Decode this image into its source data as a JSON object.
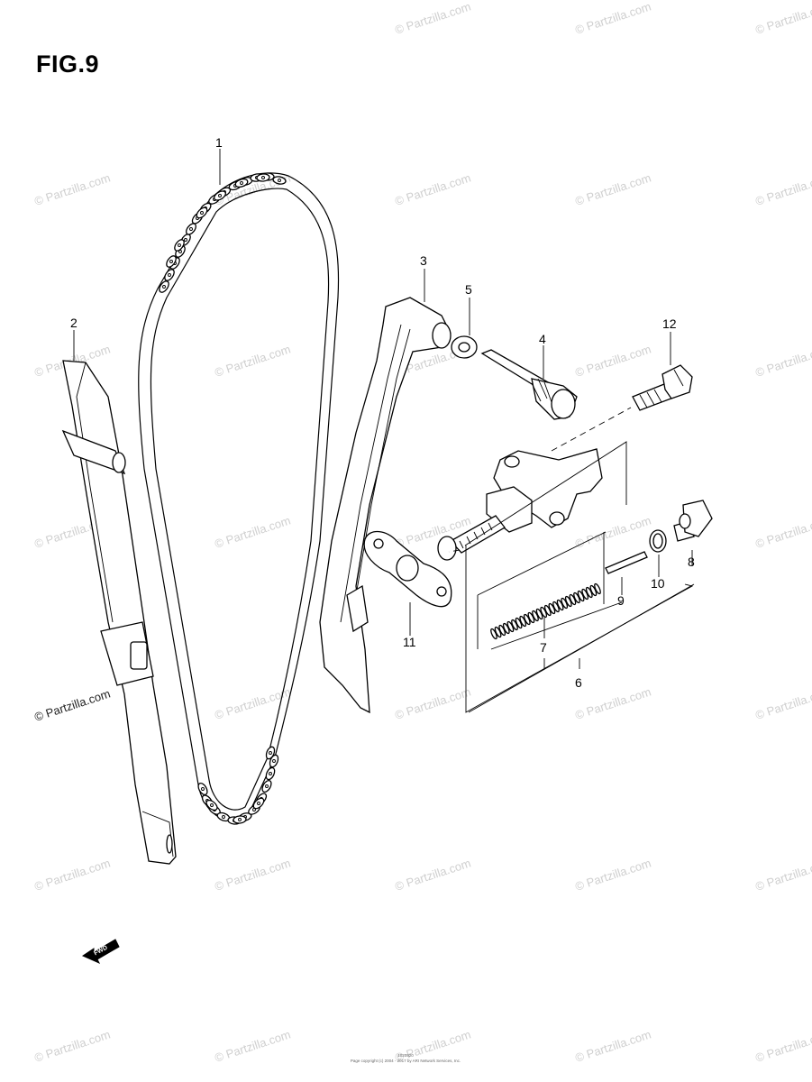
{
  "figure": {
    "title": "FIG.9"
  },
  "watermark": {
    "text": "© Partzilla.com"
  },
  "callouts": [
    "1",
    "2",
    "3",
    "4",
    "5",
    "6",
    "7",
    "8",
    "9",
    "10",
    "11",
    "12"
  ],
  "fwd_arrow": {
    "label": "FWD"
  },
  "footer": {
    "code": "1020920",
    "copyright": "Page copyright (c) 2004 - 2017 by ARI Network Services, Inc."
  }
}
